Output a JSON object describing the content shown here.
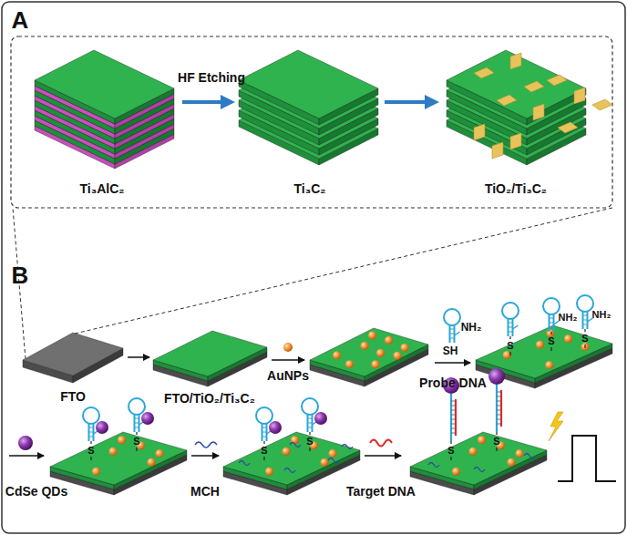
{
  "diagram": {
    "labels": [
      "A",
      "HF Etching",
      "Ti₃AlC₂",
      "Ti₃C₂",
      "TiO₂/Ti₃C₂",
      "B",
      "FTO",
      "FTO/TiO₂/Ti₃C₂",
      "AuNPs",
      "SH",
      "NH₂",
      "Probe DNA",
      "S",
      "S",
      "S",
      "NH₂",
      "NH₂",
      "CdSe QDs",
      "S",
      "S",
      "MCH",
      "S",
      "S",
      "Target DNA",
      "S",
      "S"
    ]
  }
}
